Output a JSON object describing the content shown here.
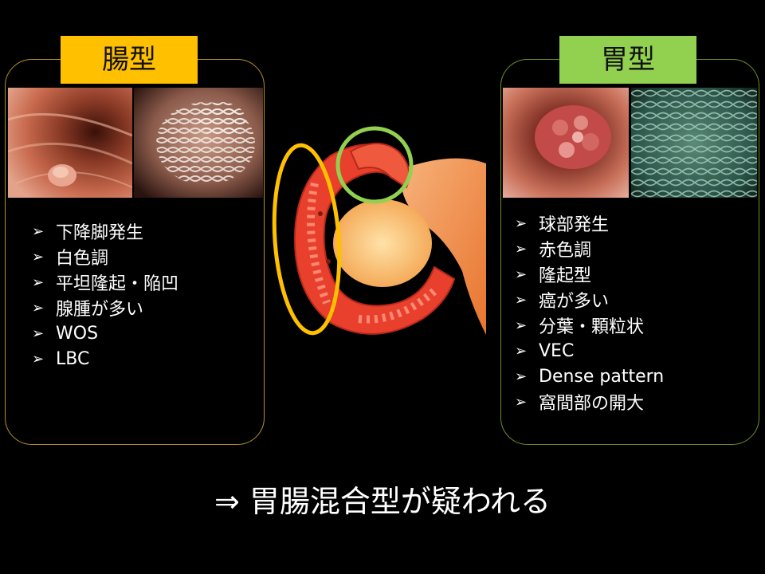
{
  "left": {
    "title": "腸型",
    "accent": "#ffc000",
    "bullet_glyph": "➢",
    "bullets": [
      "下降脚発生",
      "白色調",
      "平坦隆起・陥凹",
      "腺腫が多い",
      "WOS",
      "LBC"
    ]
  },
  "right": {
    "title": "胃型",
    "accent": "#92d050",
    "bullet_glyph": "➢",
    "bullets": [
      "球部発生",
      "赤色調",
      "隆起型",
      "癌が多い",
      "分葉・顆粒状",
      "VEC",
      "Dense pattern",
      "窩間部の開大"
    ]
  },
  "conclusion": "⇒ 胃腸混合型が疑われる",
  "icons": {
    "bullet": "arrowhead-bullet-icon"
  }
}
